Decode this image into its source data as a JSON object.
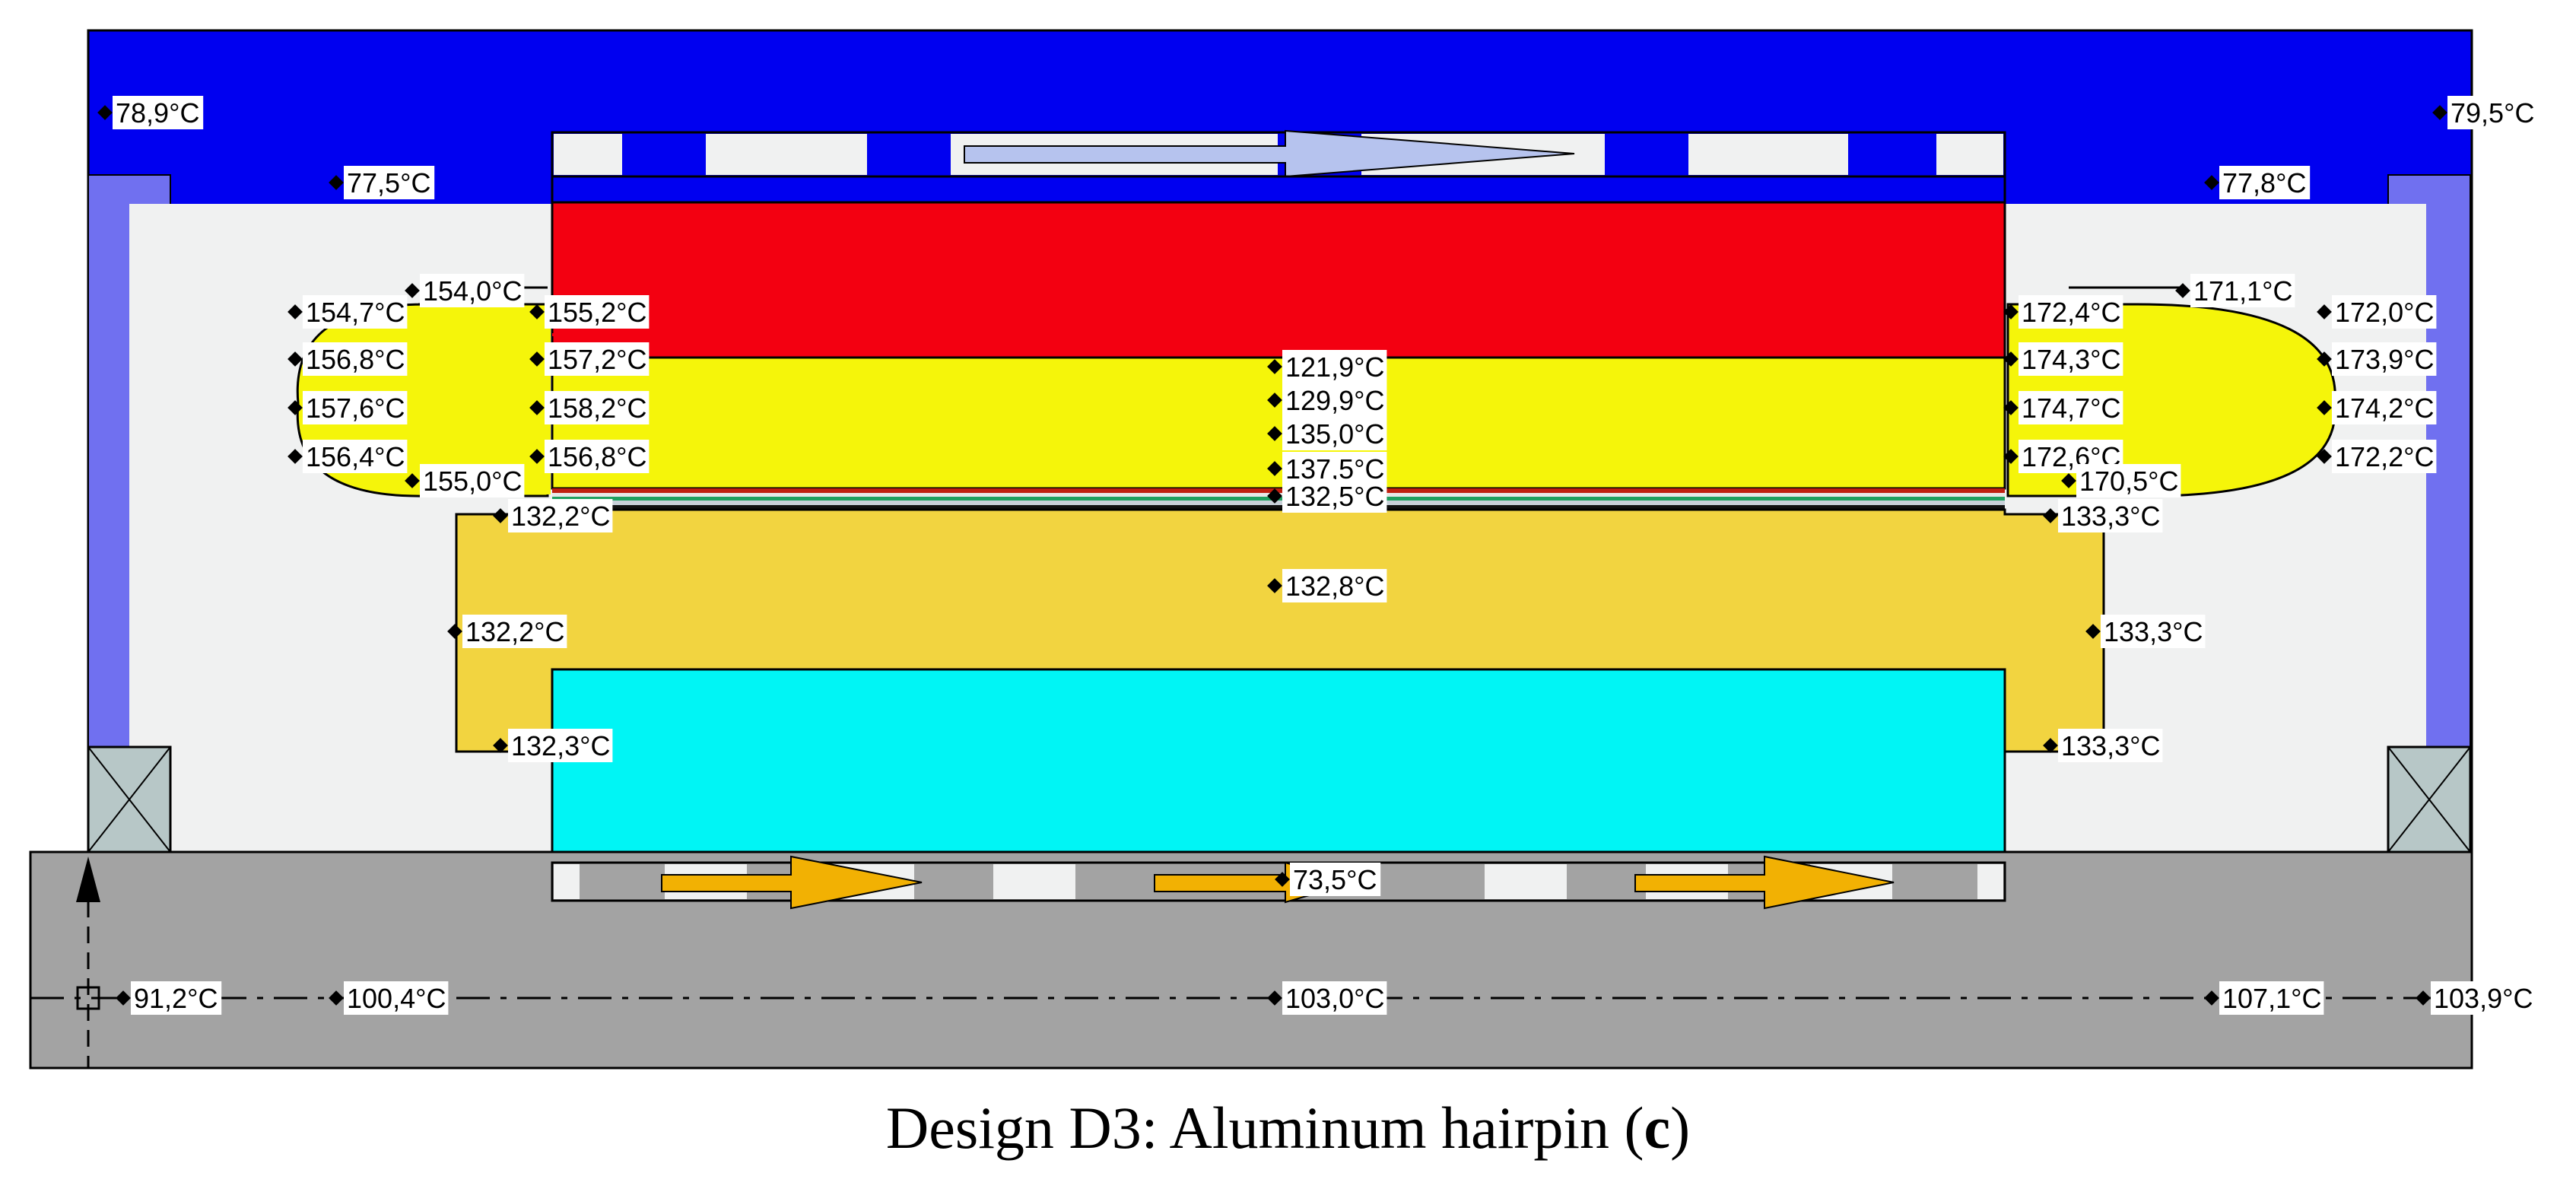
{
  "caption": {
    "text": "Design D3: Aluminum hairpin (",
    "letter": "c",
    "close": ")"
  },
  "colors": {
    "housing": "#0000f0",
    "frame_side": "#7070f0",
    "air": "#f0f1f1",
    "stator_yoke": "#f30011",
    "winding": "#f5f50a",
    "end_region": "#f2d440",
    "rotor_core": "#00f5f5",
    "shaft": "#a3a3a3",
    "bearing": "#b7c7c7",
    "arrow_top": "#b6c3ee",
    "arrow_bottom": "#f2b103"
  },
  "temperatures": [
    "78,9°C",
    "79,5°C",
    "77,5°C",
    "77,8°C",
    "154,0°C",
    "154,7°C",
    "155,2°C",
    "156,8°C",
    "157,2°C",
    "157,6°C",
    "158,2°C",
    "156,4°C",
    "156,8°C",
    "155,0°C",
    "171,1°C",
    "172,4°C",
    "172,0°C",
    "174,3°C",
    "173,9°C",
    "174,7°C",
    "174,2°C",
    "172,6°C",
    "172,2°C",
    "170,5°C",
    "121,9°C",
    "129,9°C",
    "135,0°C",
    "137,5°C",
    "132,5°C",
    "132,2°C",
    "133,3°C",
    "132,8°C",
    "132,2°C",
    "133,3°C",
    "132,3°C",
    "133,3°C",
    "73,5°C",
    "91,2°C",
    "100,4°C",
    "103,0°C",
    "107,1°C",
    "103,9°C"
  ]
}
